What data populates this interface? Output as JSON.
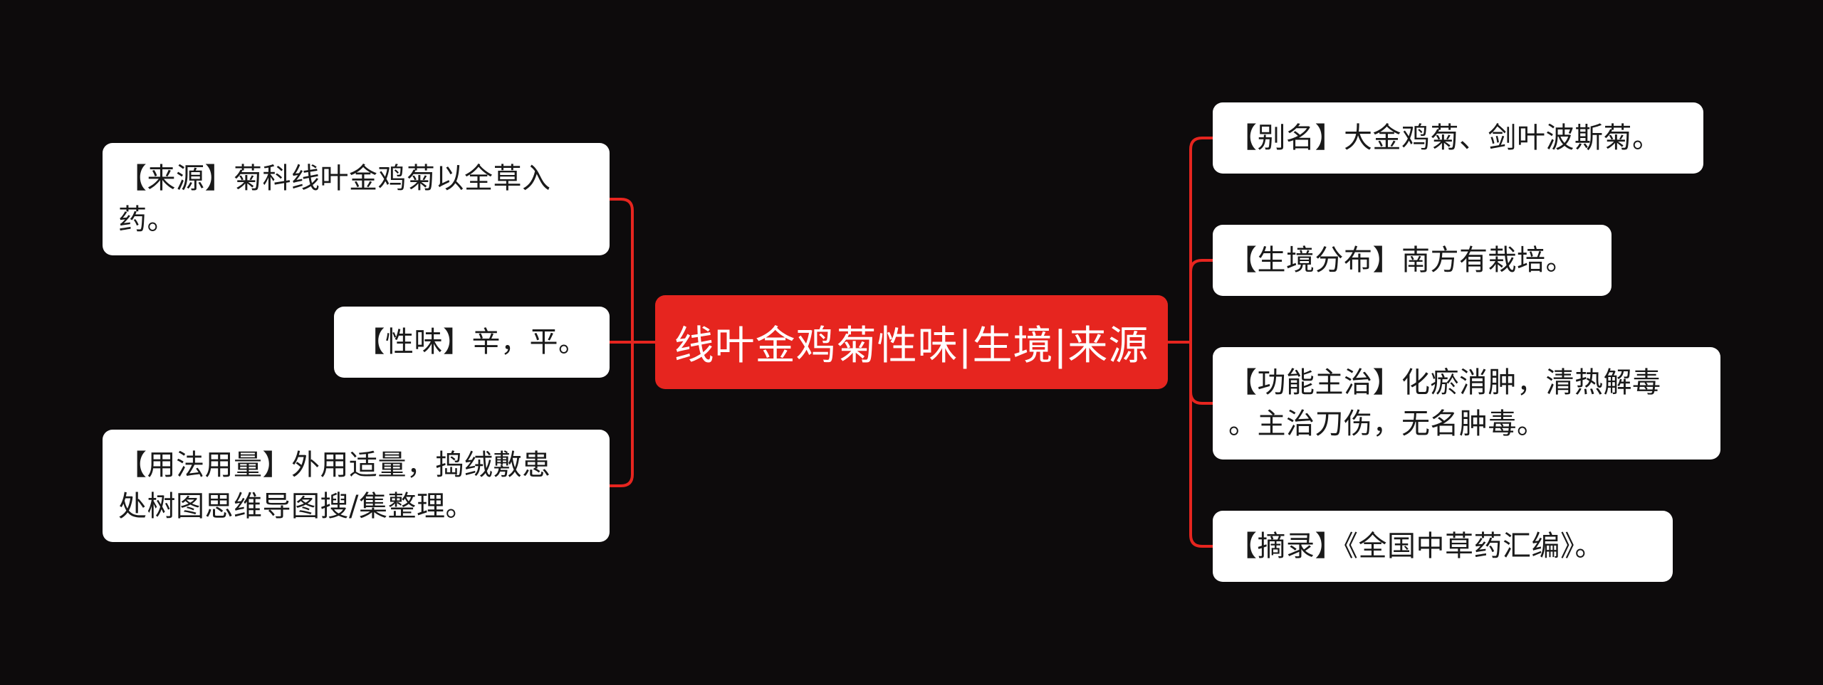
{
  "colors": {
    "background": "#0d0b0c",
    "center_node": "#e6251f",
    "connector": "#e6251f",
    "leaf_node": "#ffffff",
    "leaf_text": "#1a1a1a"
  },
  "center": {
    "title": "线叶金鸡菊性味|生境|来源"
  },
  "left_branches": [
    {
      "lines": [
        "【来源】菊科线叶金鸡菊以全草入",
        "药。"
      ]
    },
    {
      "lines": [
        "【性味】辛，平。"
      ]
    },
    {
      "lines": [
        "【用法用量】外用适量，捣绒敷患",
        "处树图思维导图搜/集整理。"
      ]
    }
  ],
  "right_branches": [
    {
      "lines": [
        "【别名】大金鸡菊、剑叶波斯菊。"
      ]
    },
    {
      "lines": [
        "【生境分布】南方有栽培。"
      ]
    },
    {
      "lines": [
        "【功能主治】化瘀消肿，清热解毒",
        "。主治刀伤，无名肿毒。"
      ]
    },
    {
      "lines": [
        "【摘录】《全国中草药汇编》。"
      ]
    }
  ]
}
